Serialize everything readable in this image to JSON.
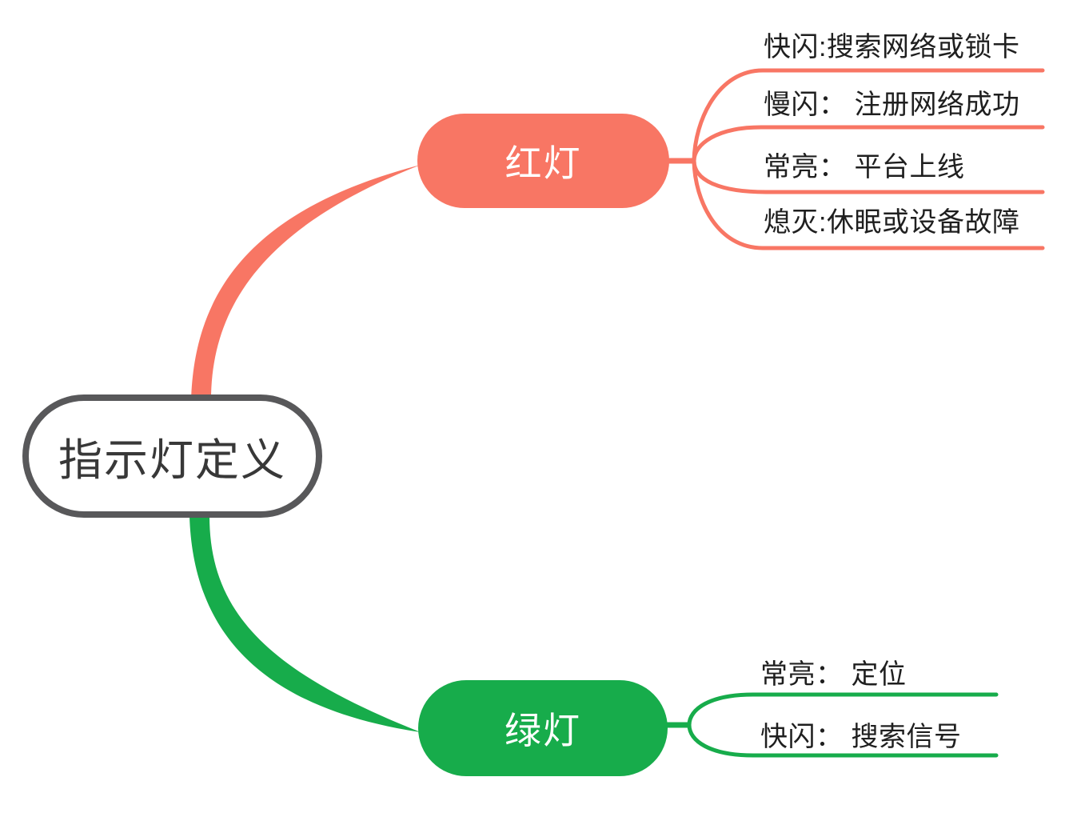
{
  "diagram": {
    "type": "mindmap",
    "title": "指示灯定义",
    "colors": {
      "red": "#F87664",
      "green": "#17AC4B",
      "gray": "#58585A",
      "ink": "#1F1F1F",
      "node_text": "#FFFFFF",
      "background": "#FFFFFF"
    },
    "branches": [
      {
        "label": "红灯",
        "color": "#F87664",
        "leaves": [
          "快闪:搜索网络或锁卡",
          "慢闪： 注册网络成功",
          "常亮： 平台上线",
          "熄灭:休眠或设备故障"
        ]
      },
      {
        "label": "绿灯",
        "color": "#17AC4B",
        "leaves": [
          "常亮： 定位",
          "快闪： 搜索信号"
        ]
      }
    ]
  }
}
